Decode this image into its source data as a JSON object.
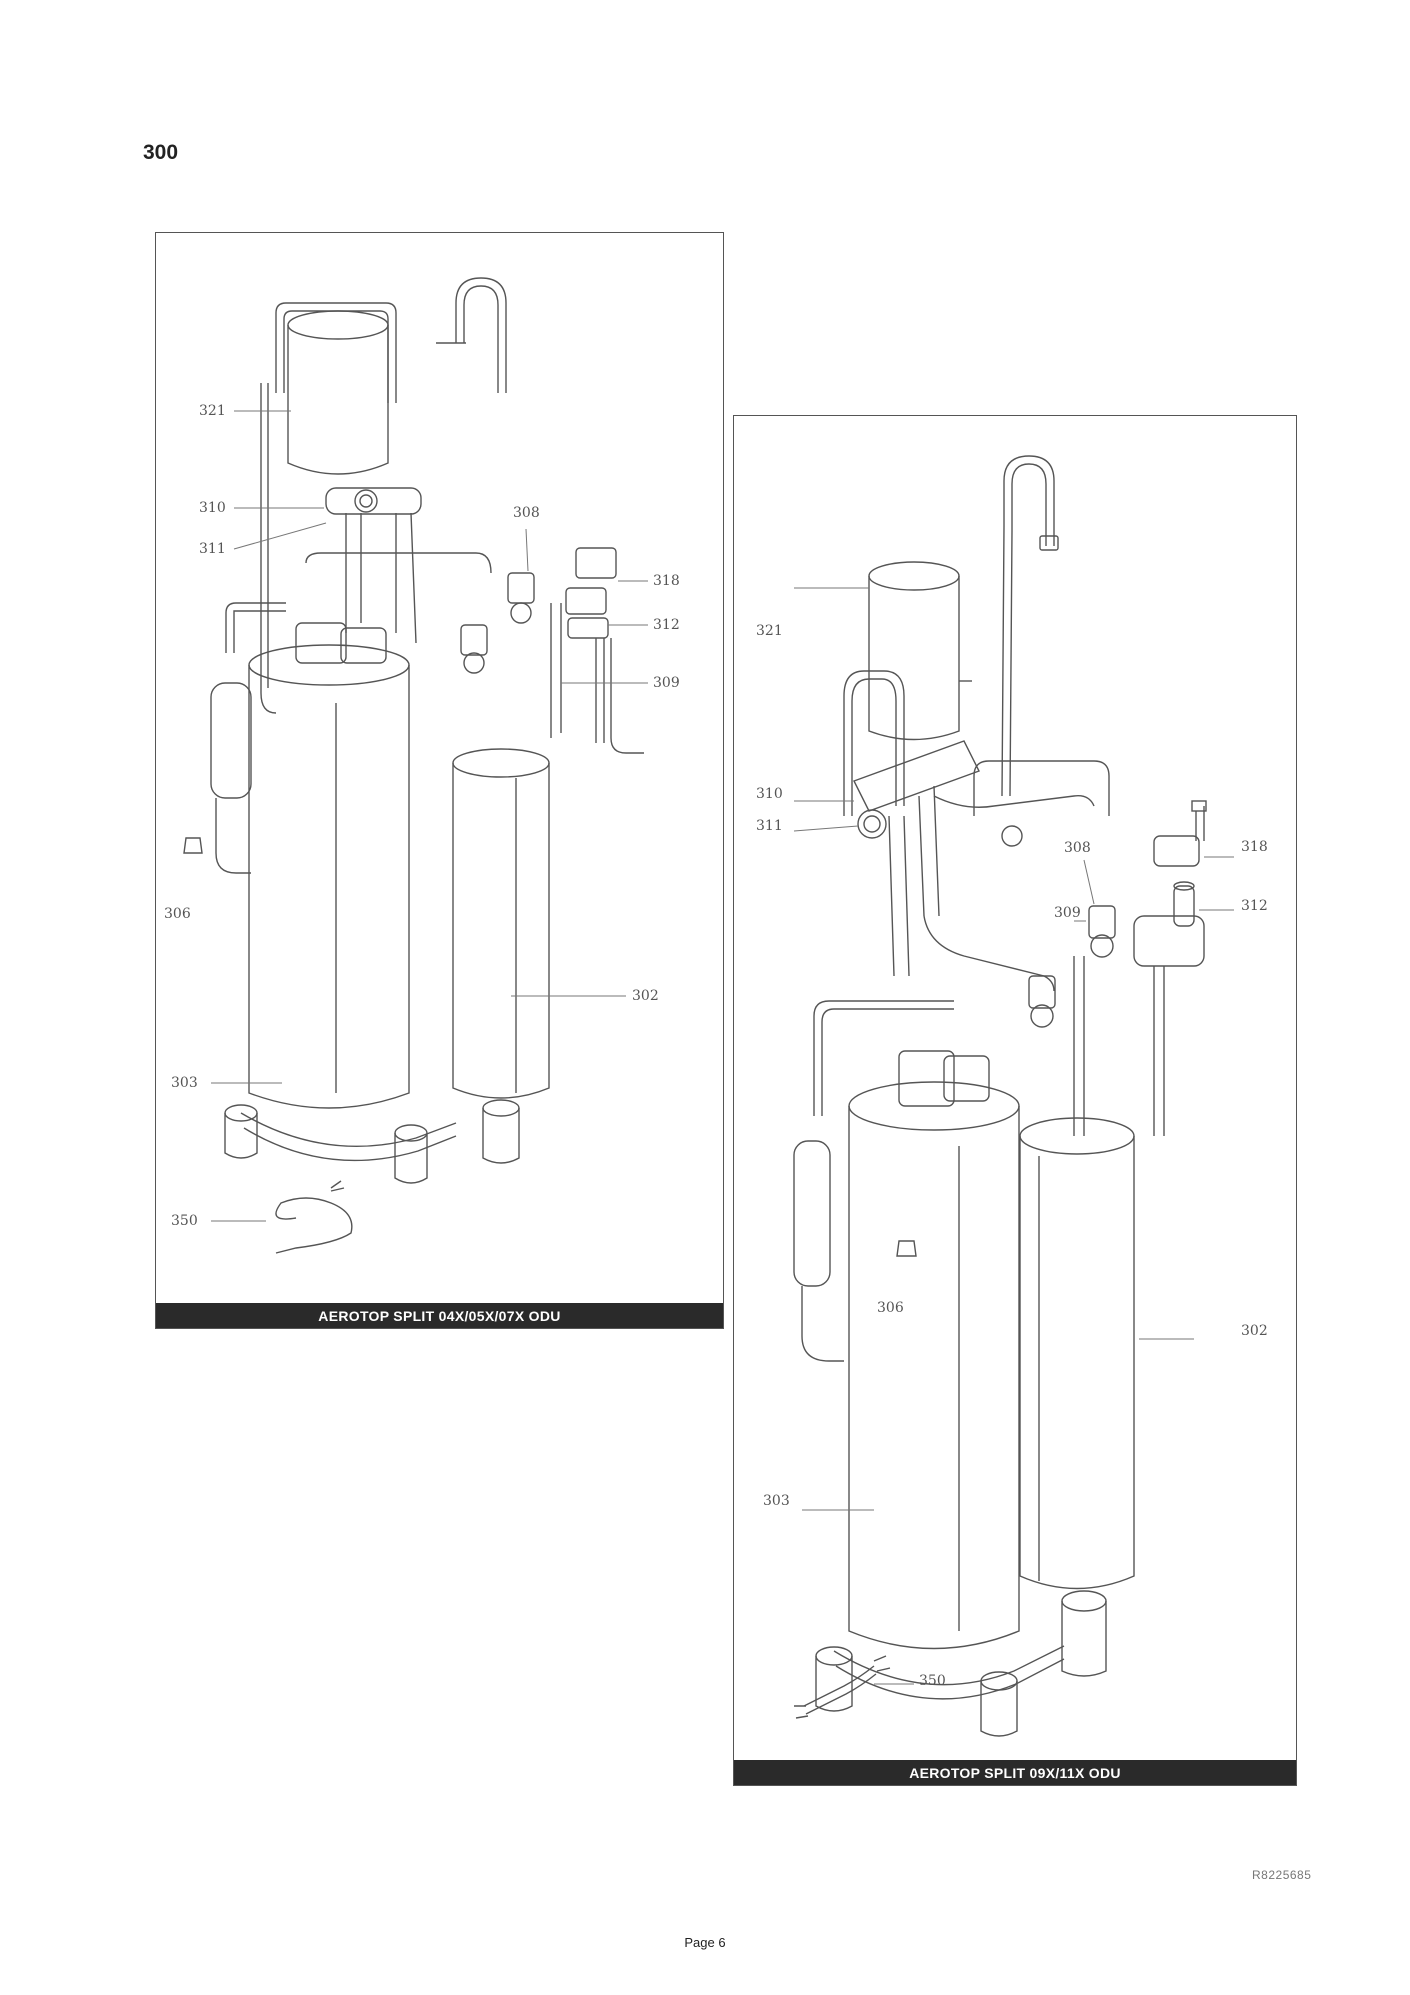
{
  "section_number": "300",
  "panels": [
    {
      "caption": "AEROTOP SPLIT 04X/05X/07X ODU",
      "callouts": [
        "321",
        "310",
        "311",
        "308",
        "318",
        "312",
        "309",
        "306",
        "302",
        "303",
        "350"
      ]
    },
    {
      "caption": "AEROTOP SPLIT 09X/11X ODU",
      "callouts": [
        "321",
        "310",
        "311",
        "308",
        "318",
        "309",
        "312",
        "306",
        "302",
        "303",
        "350"
      ]
    }
  ],
  "reference_code": "R8225685",
  "page_label": "Page 6",
  "colors": {
    "caption_bar": "#2a2a2a",
    "line_art": "#555555"
  }
}
